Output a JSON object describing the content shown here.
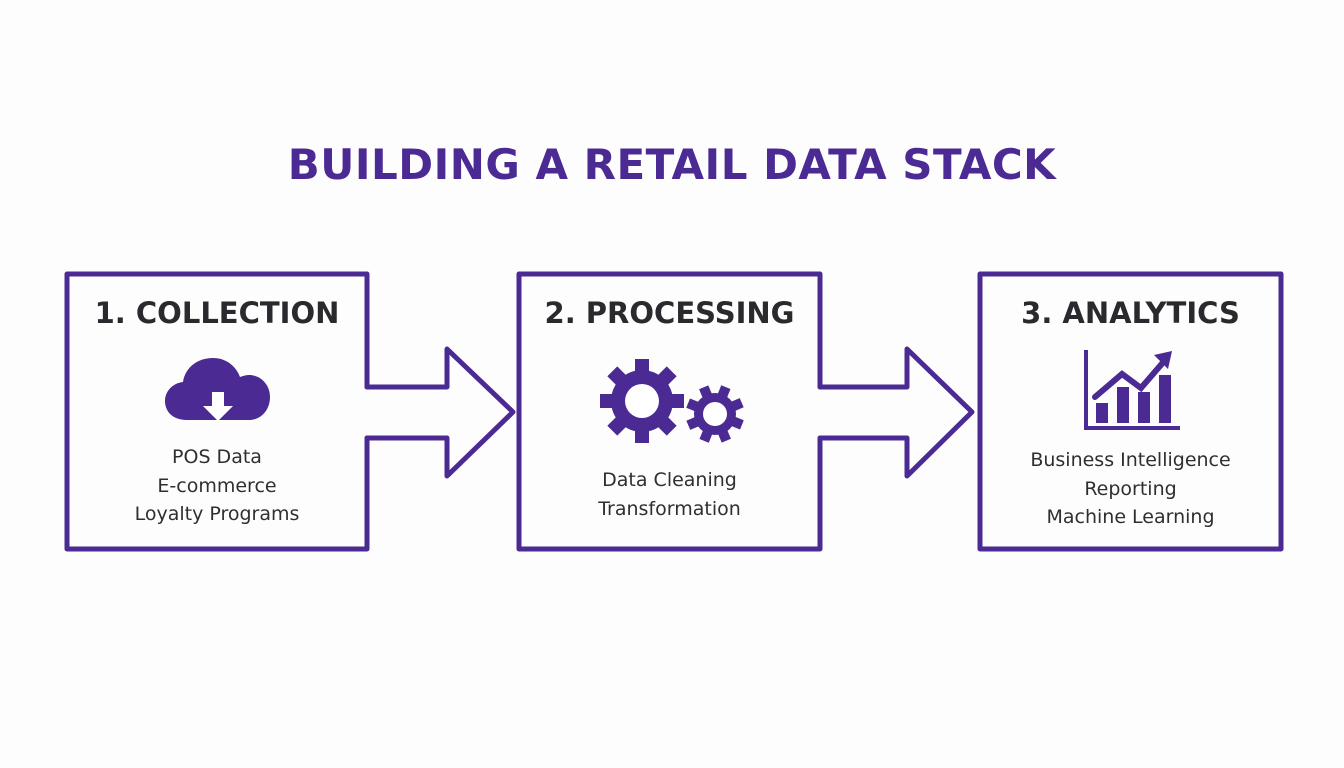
{
  "title": "BUILDING A RETAIL DATA STACK",
  "colors": {
    "accent": "#4b2a93",
    "text": "#2a2a2e",
    "background": "#fdfdfd"
  },
  "stages": [
    {
      "title": "1. COLLECTION",
      "icon": "cloud-download-icon",
      "items": [
        "POS Data",
        "E-commerce",
        "Loyalty Programs"
      ]
    },
    {
      "title": "2. PROCESSING",
      "icon": "gears-icon",
      "items": [
        "Data Cleaning",
        "Transformation"
      ]
    },
    {
      "title": "3. ANALYTICS",
      "icon": "bar-chart-growth-icon",
      "items": [
        "Business Intelligence",
        "Reporting",
        "Machine Learning"
      ]
    }
  ],
  "connectors": [
    {
      "from": "1. COLLECTION",
      "to": "2. PROCESSING",
      "icon": "arrow-right-icon"
    },
    {
      "from": "2. PROCESSING",
      "to": "3. ANALYTICS",
      "icon": "arrow-right-icon"
    }
  ]
}
